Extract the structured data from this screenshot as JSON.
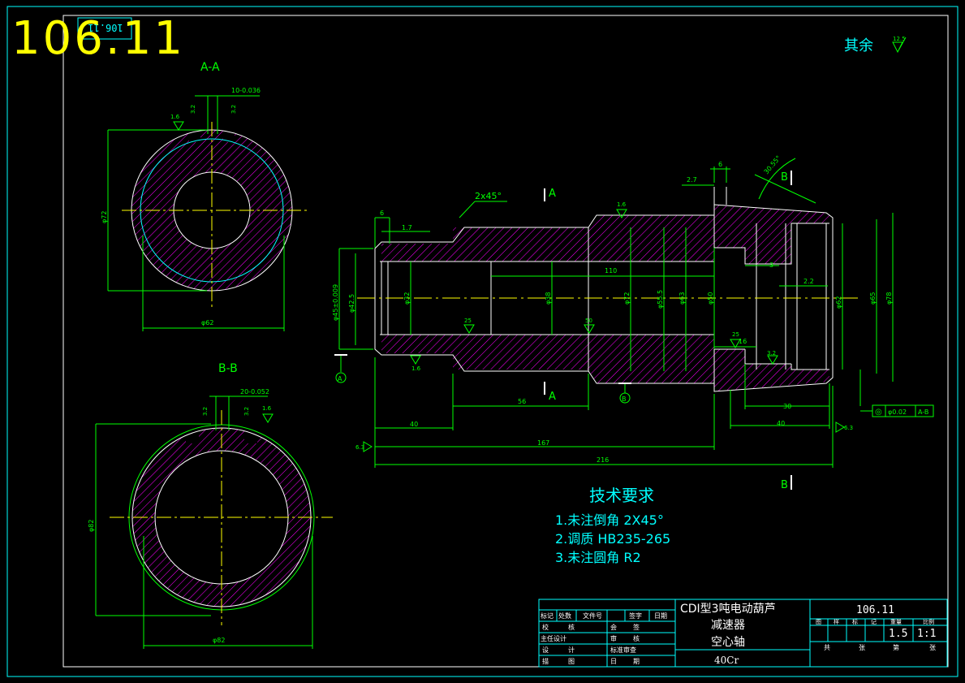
{
  "colors": {
    "background": "#000000",
    "frame": "#00ffff",
    "contour": "#ffffff",
    "dimension": "#00ff00",
    "centerline": "#ffff00",
    "hatch": "#ff00ff",
    "title_number": "#ffff00"
  },
  "stamp": {
    "big_number": "106.11",
    "box_number": "106.11"
  },
  "roughness_other": {
    "label": "其余",
    "value": "12.5"
  },
  "section_a": {
    "title": "A-A",
    "keyway": "10-0.036",
    "r1": "3.2",
    "r2": "3.2",
    "r3": "1.6",
    "dia_left": "φ72",
    "dia_bottom": "φ62"
  },
  "section_b": {
    "title": "B-B",
    "keyway": "20-0.052",
    "r1": "3.2",
    "r2": "3.2",
    "r3": "1.6",
    "dia_left": "φ82",
    "dia_bottom": "φ82"
  },
  "main_view": {
    "chamfer": "2x45°",
    "cut_a_top": "A",
    "cut_a_bottom": "A",
    "cut_b_top": "B",
    "cut_b_bottom": "B",
    "datum_a": "A",
    "datum_b": "B",
    "angle_note": "30.55°",
    "dims": {
      "d6": "6",
      "d1_7": "1.7",
      "d6b": "6",
      "d2_7": "2.7",
      "d110": "110",
      "d3": "3",
      "d2_2": "2.2",
      "d16": "16",
      "d56": "56",
      "d30": "30",
      "d40a": "40",
      "d40b": "40",
      "d167": "167",
      "d216": "216",
      "phi45": "φ45±0.009",
      "phi42": "φ42.5",
      "phi32": "φ32",
      "phi38": "φ38",
      "phi72": "φ72",
      "phi55": "φ55.5",
      "phi63": "φ63",
      "phi50": "φ50",
      "phi62": "φ62",
      "phi65": "φ65",
      "phi78": "φ78"
    },
    "roughness": {
      "r1": "1.6",
      "r2": "1.6",
      "r3": "25",
      "r4": "50",
      "r5": "25",
      "r6": "3.2",
      "r7": "6.3",
      "r8": "6.3"
    },
    "tolerance": {
      "symbol": "◎",
      "value": "φ0.02",
      "datum": "A-B"
    }
  },
  "tech_req": {
    "title": "技术要求",
    "items": [
      "1.未注倒角  2X45°",
      "2.调质 HB235-265",
      "3.未注圆角  R2"
    ]
  },
  "title_block": {
    "header_cells": [
      "标记",
      "处数",
      "文件号",
      "签字",
      "日期"
    ],
    "rows": [
      [
        "校",
        "核",
        "会",
        "签"
      ],
      [
        "主任设计",
        "",
        "审",
        "核"
      ],
      [
        "设",
        "计",
        "标准审查",
        ""
      ],
      [
        "描",
        "图",
        "日",
        "期"
      ]
    ],
    "name1": "CDⅠ型3吨电动葫芦",
    "name2": "减速器",
    "name3": "空心轴",
    "material": "40Cr",
    "drawing_no": "106.11",
    "stage_labels": [
      "图",
      "样",
      "标",
      "记"
    ],
    "weight_label": "重量",
    "scale_label": "比例",
    "weight": "1.5",
    "scale": "1:1",
    "sheet_labels": [
      "共",
      "张",
      "第",
      "张"
    ]
  }
}
